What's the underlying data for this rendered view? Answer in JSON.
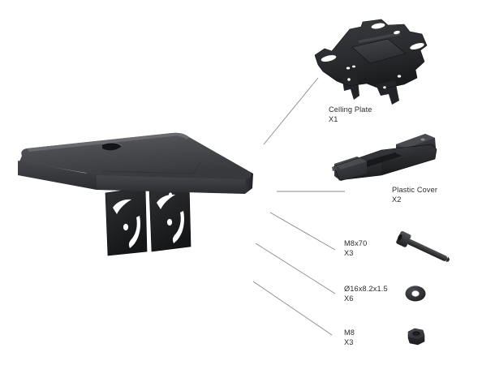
{
  "diagram": {
    "title": "Ceiling mount bracket exploded parts diagram",
    "background_color": "#ffffff",
    "part_color_light": "#55565a",
    "part_color_mid": "#3c3d40",
    "part_color_dark": "#222326",
    "leader_line_color": "#8a8a8a",
    "text_color": "#2b2b2b"
  },
  "main_assembly": {
    "name": "bracket-assembly",
    "description": "Black ceiling mount shelf bracket with two hanging plates"
  },
  "parts": [
    {
      "id": "celling-plate",
      "name": "Celling Plate",
      "quantity": "X1",
      "icon": "ceiling-plate-icon"
    },
    {
      "id": "plastic-cover",
      "name": "Plastic Cover",
      "quantity": "X2",
      "icon": "plastic-cover-icon"
    },
    {
      "id": "screw-m8x70",
      "name": "M8x70",
      "quantity": "X3",
      "icon": "hex-socket-screw-icon"
    },
    {
      "id": "washer-16x8-2x1-5",
      "name": "Ø16x8.2x1.5",
      "quantity": "X6",
      "icon": "flat-washer-icon"
    },
    {
      "id": "nut-m8",
      "name": "M8",
      "quantity": "X3",
      "icon": "hex-nut-icon"
    }
  ]
}
